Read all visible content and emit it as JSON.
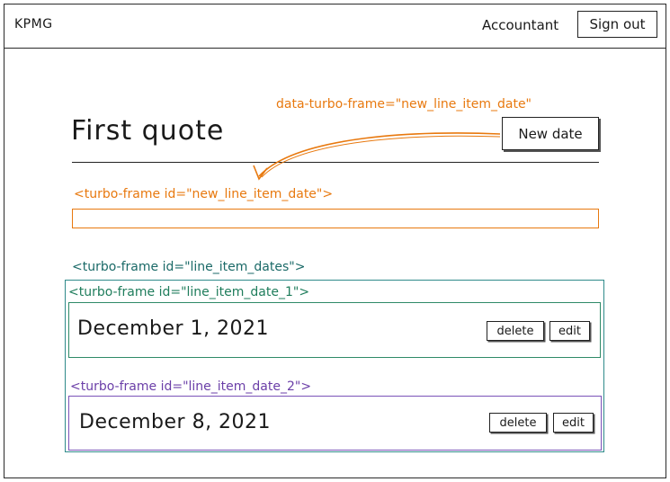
{
  "header": {
    "brand": "KPMG",
    "role": "Accountant",
    "sign_out_label": "Sign out"
  },
  "quote": {
    "title": "First quote",
    "new_date_label": "New date"
  },
  "annotations": {
    "link_attr": "data-turbo-frame=\"new_line_item_date\"",
    "new_frame": "<turbo-frame id=\"new_line_item_date\">",
    "dates_frame": "<turbo-frame id=\"line_item_dates\">",
    "date_1_frame": "<turbo-frame id=\"line_item_date_1\">",
    "date_2_frame": "<turbo-frame id=\"line_item_date_2\">"
  },
  "line_item_dates": [
    {
      "date": "December 1, 2021",
      "delete_label": "delete",
      "edit_label": "edit"
    },
    {
      "date": "December 8, 2021",
      "delete_label": "delete",
      "edit_label": "edit"
    }
  ],
  "colors": {
    "new_frame": "#e8790f",
    "dates_frame": "#2f8a8a",
    "date_1_frame": "#2f8a68",
    "date_2_frame": "#7a52b8"
  }
}
